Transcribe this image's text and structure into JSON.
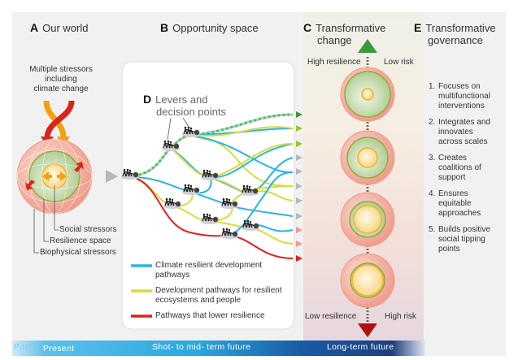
{
  "panels": {
    "a": {
      "letter": "A",
      "title": "Our world"
    },
    "b": {
      "letter": "B",
      "title": "Opportunity space"
    },
    "c": {
      "letter": "C",
      "title_line1": "Transformative",
      "title_line2": "change"
    },
    "d": {
      "letter": "D",
      "title_line1": "Levers and",
      "title_line2": "decision points"
    },
    "e": {
      "letter": "E",
      "title_line1": "Transformative",
      "title_line2": "governance"
    }
  },
  "our_world": {
    "stressors_label": [
      "Multiple stressors",
      "including",
      "climate change"
    ],
    "callouts": [
      "Social stressors",
      "Resilience space",
      "Biophysical stressors"
    ]
  },
  "transformative_change": {
    "top_left": "High resilience",
    "top_right": "Low risk",
    "bottom_left": "Low resilience",
    "bottom_right": "High risk"
  },
  "legend": [
    {
      "label_line1": "Climate resilient development",
      "label_line2": "pathways",
      "color": "#29b4e6"
    },
    {
      "label_line1": "Development pathways for resilient",
      "label_line2": "ecosystems and people",
      "color": "#d8dc3a"
    },
    {
      "label_line1": "Pathways that lower resilience",
      "label_line2": "",
      "color": "#e0221e"
    }
  ],
  "governance": [
    {
      "num": "1.",
      "lines": [
        "Focuses on",
        "multifunctional",
        "interventions"
      ]
    },
    {
      "num": "2.",
      "lines": [
        "Integrates and",
        "innovates",
        "across scales"
      ]
    },
    {
      "num": "3.",
      "lines": [
        "Creates",
        "coalitions of",
        "support"
      ]
    },
    {
      "num": "4.",
      "lines": [
        "Ensures",
        "equitable",
        "approaches"
      ]
    },
    {
      "num": "5.",
      "lines": [
        "Builds positive",
        "social tipping",
        "points"
      ]
    }
  ],
  "timeline": {
    "past": "Past",
    "present": "Present",
    "short_mid": "Shot- to mid- term future",
    "long": "Long-term future"
  },
  "colors": {
    "climate_resilient": "#29b4e6",
    "resilient_ecosystems": "#d8dc3a",
    "lower_resilience": "#e0221e",
    "up_arrow": "#3a9a3a",
    "down_arrow": "#b01010"
  }
}
